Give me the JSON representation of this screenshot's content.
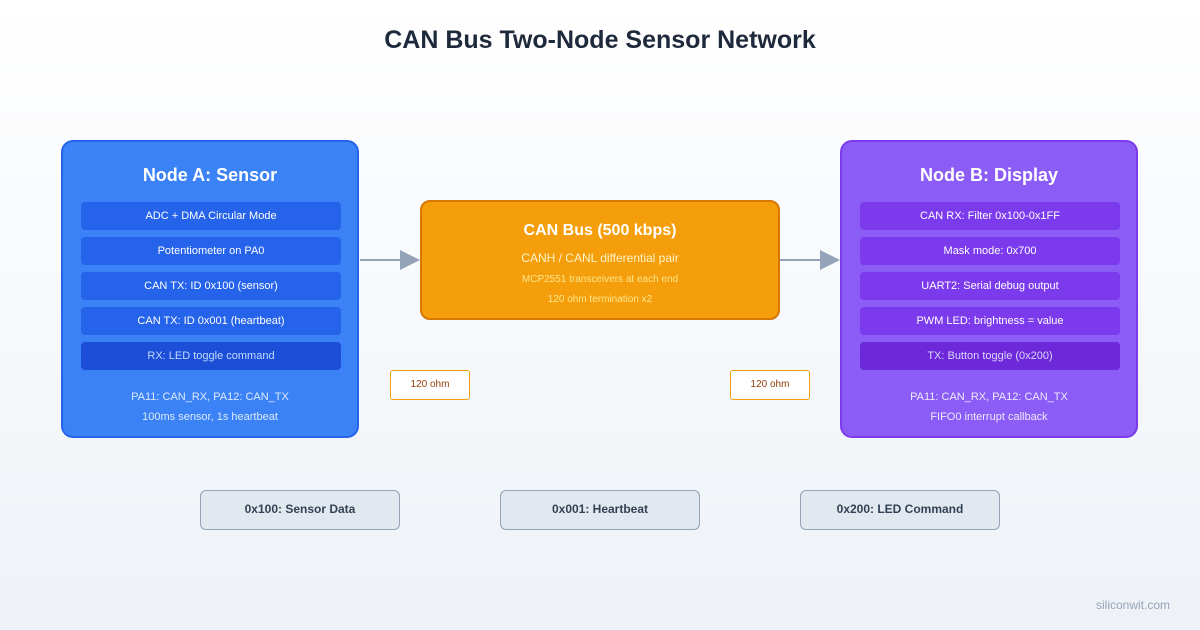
{
  "title": "CAN Bus Two-Node Sensor Network",
  "node_a": {
    "title": "Node A: Sensor",
    "items": [
      "ADC + DMA Circular Mode",
      "Potentiometer on PA0",
      "CAN TX: ID 0x100 (sensor)",
      "CAN TX: ID 0x001 (heartbeat)",
      "RX: LED toggle command"
    ],
    "footer_lines": [
      "PA11: CAN_RX, PA12: CAN_TX",
      "100ms sensor, 1s heartbeat"
    ]
  },
  "bus": {
    "title": "CAN Bus (500 kbps)",
    "subtitle": "CANH / CANL differential pair",
    "lines": [
      "MCP2551 transceivers at each end",
      "120 ohm termination x2"
    ]
  },
  "node_b": {
    "title": "Node B: Display",
    "items": [
      "CAN RX: Filter 0x100-0x1FF",
      "Mask mode: 0x700",
      "UART2: Serial debug output",
      "PWM LED: brightness = value",
      "TX: Button toggle (0x200)"
    ],
    "footer_lines": [
      "PA11: CAN_RX, PA12: CAN_TX",
      "FIFO0 interrupt callback"
    ]
  },
  "resistors": [
    "120 ohm",
    "120 ohm"
  ],
  "message_ids": [
    "0x100: Sensor Data",
    "0x001: Heartbeat",
    "0x200: LED Command"
  ],
  "watermark": "siliconwit.com",
  "colors": {
    "node_a": "#3b82f6",
    "node_b": "#8b5cf6",
    "bus": "#f59e0b",
    "arrow": "#94a3b8",
    "legend_bg": "#e2e8f0"
  }
}
